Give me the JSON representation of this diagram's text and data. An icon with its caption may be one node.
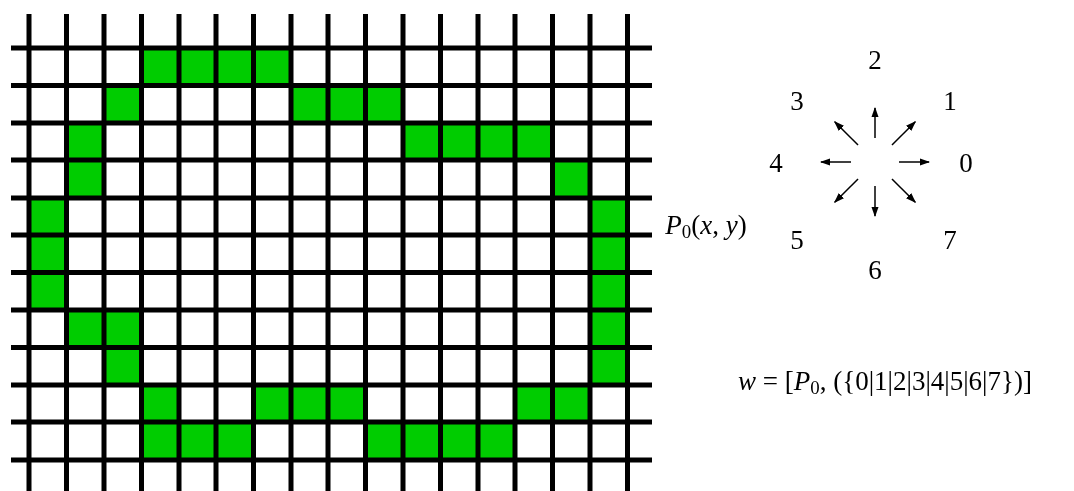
{
  "diagram": {
    "labels": [
      "2",
      "3",
      "1",
      "4",
      "0",
      "*P*$_{0}$(*x*, *y*)",
      "5",
      "7",
      "6",
      "*w* = [*P*$_{0}$, ({0|1|2|3|4|5|6|7})]"
    ]
  }
}
